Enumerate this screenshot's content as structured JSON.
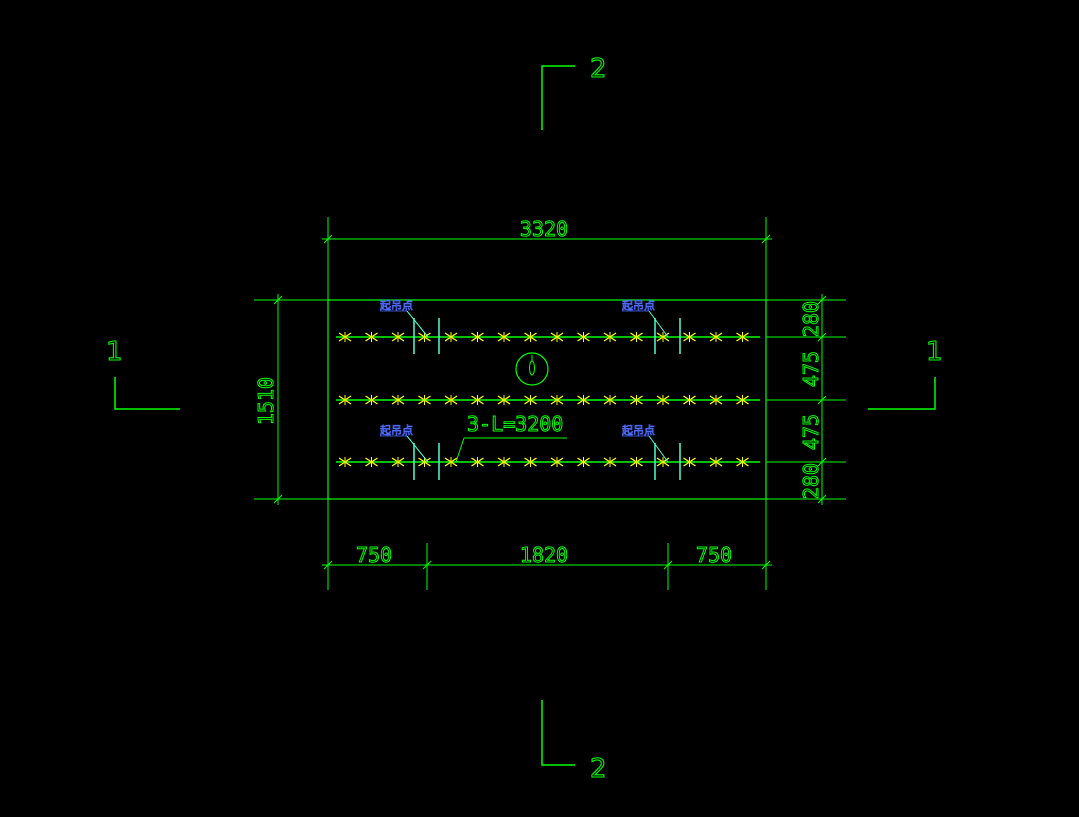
{
  "colors": {
    "background": "#000000",
    "line": "#00ff00",
    "rebar": "#ffff00",
    "label": "#4d6bff",
    "hook": "#4dffd2"
  },
  "section_marks": {
    "top": "2",
    "bottom": "2",
    "left": "1",
    "right": "1"
  },
  "dimensions": {
    "overall_length": "3320",
    "overall_width": "1510",
    "bottom_left": "750",
    "bottom_center": "1820",
    "bottom_right": "750",
    "right_top": "280",
    "right_upper_mid": "475",
    "right_lower_mid": "475",
    "right_bottom": "280"
  },
  "rebar_callout": "3-L=3200",
  "lifting_labels": [
    "起吊点",
    "起吊点",
    "起吊点",
    "起吊点"
  ]
}
